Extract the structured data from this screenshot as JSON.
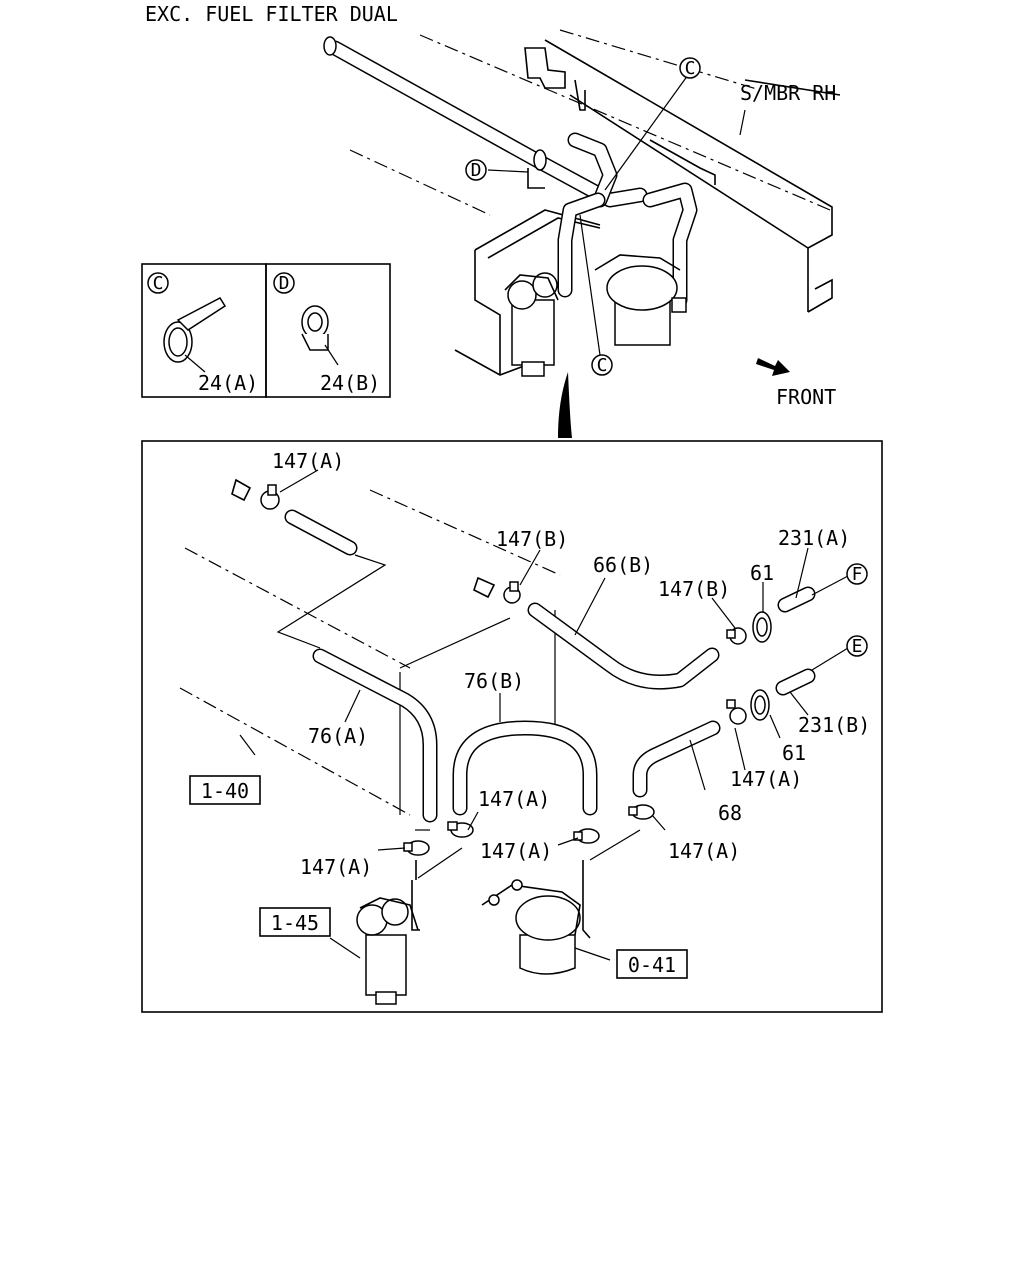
{
  "header": {
    "title": "EXC. FUEL FILTER DUAL"
  },
  "top_view": {
    "frame_label": "S/MBR RH",
    "direction_label": "FRONT",
    "callouts": [
      "C",
      "D",
      "C"
    ]
  },
  "detail_boxes": [
    {
      "letter": "C",
      "part_label": "24(A)"
    },
    {
      "letter": "D",
      "part_label": "24(B)"
    }
  ],
  "exploded_view": {
    "part_labels": {
      "p147a_top": "147(A)",
      "p147b_mid": "147(B)",
      "p66b": "66(B)",
      "p147b_right": "147(B)",
      "p61_top": "61",
      "p231a": "231(A)",
      "p76b": "76(B)",
      "p76a": "76(A)",
      "p147a_center": "147(A)",
      "p147a_left": "147(A)",
      "p147a_mid": "147(A)",
      "p147a_right": "147(A)",
      "p147a_lower": "147(A)",
      "p61_bottom": "61",
      "p231b": "231(B)",
      "p68": "68"
    },
    "connector_F": "F",
    "connector_E": "E",
    "ref_boxes": {
      "r140": "1-40",
      "r145": "1-45",
      "r041": "0-41"
    }
  }
}
